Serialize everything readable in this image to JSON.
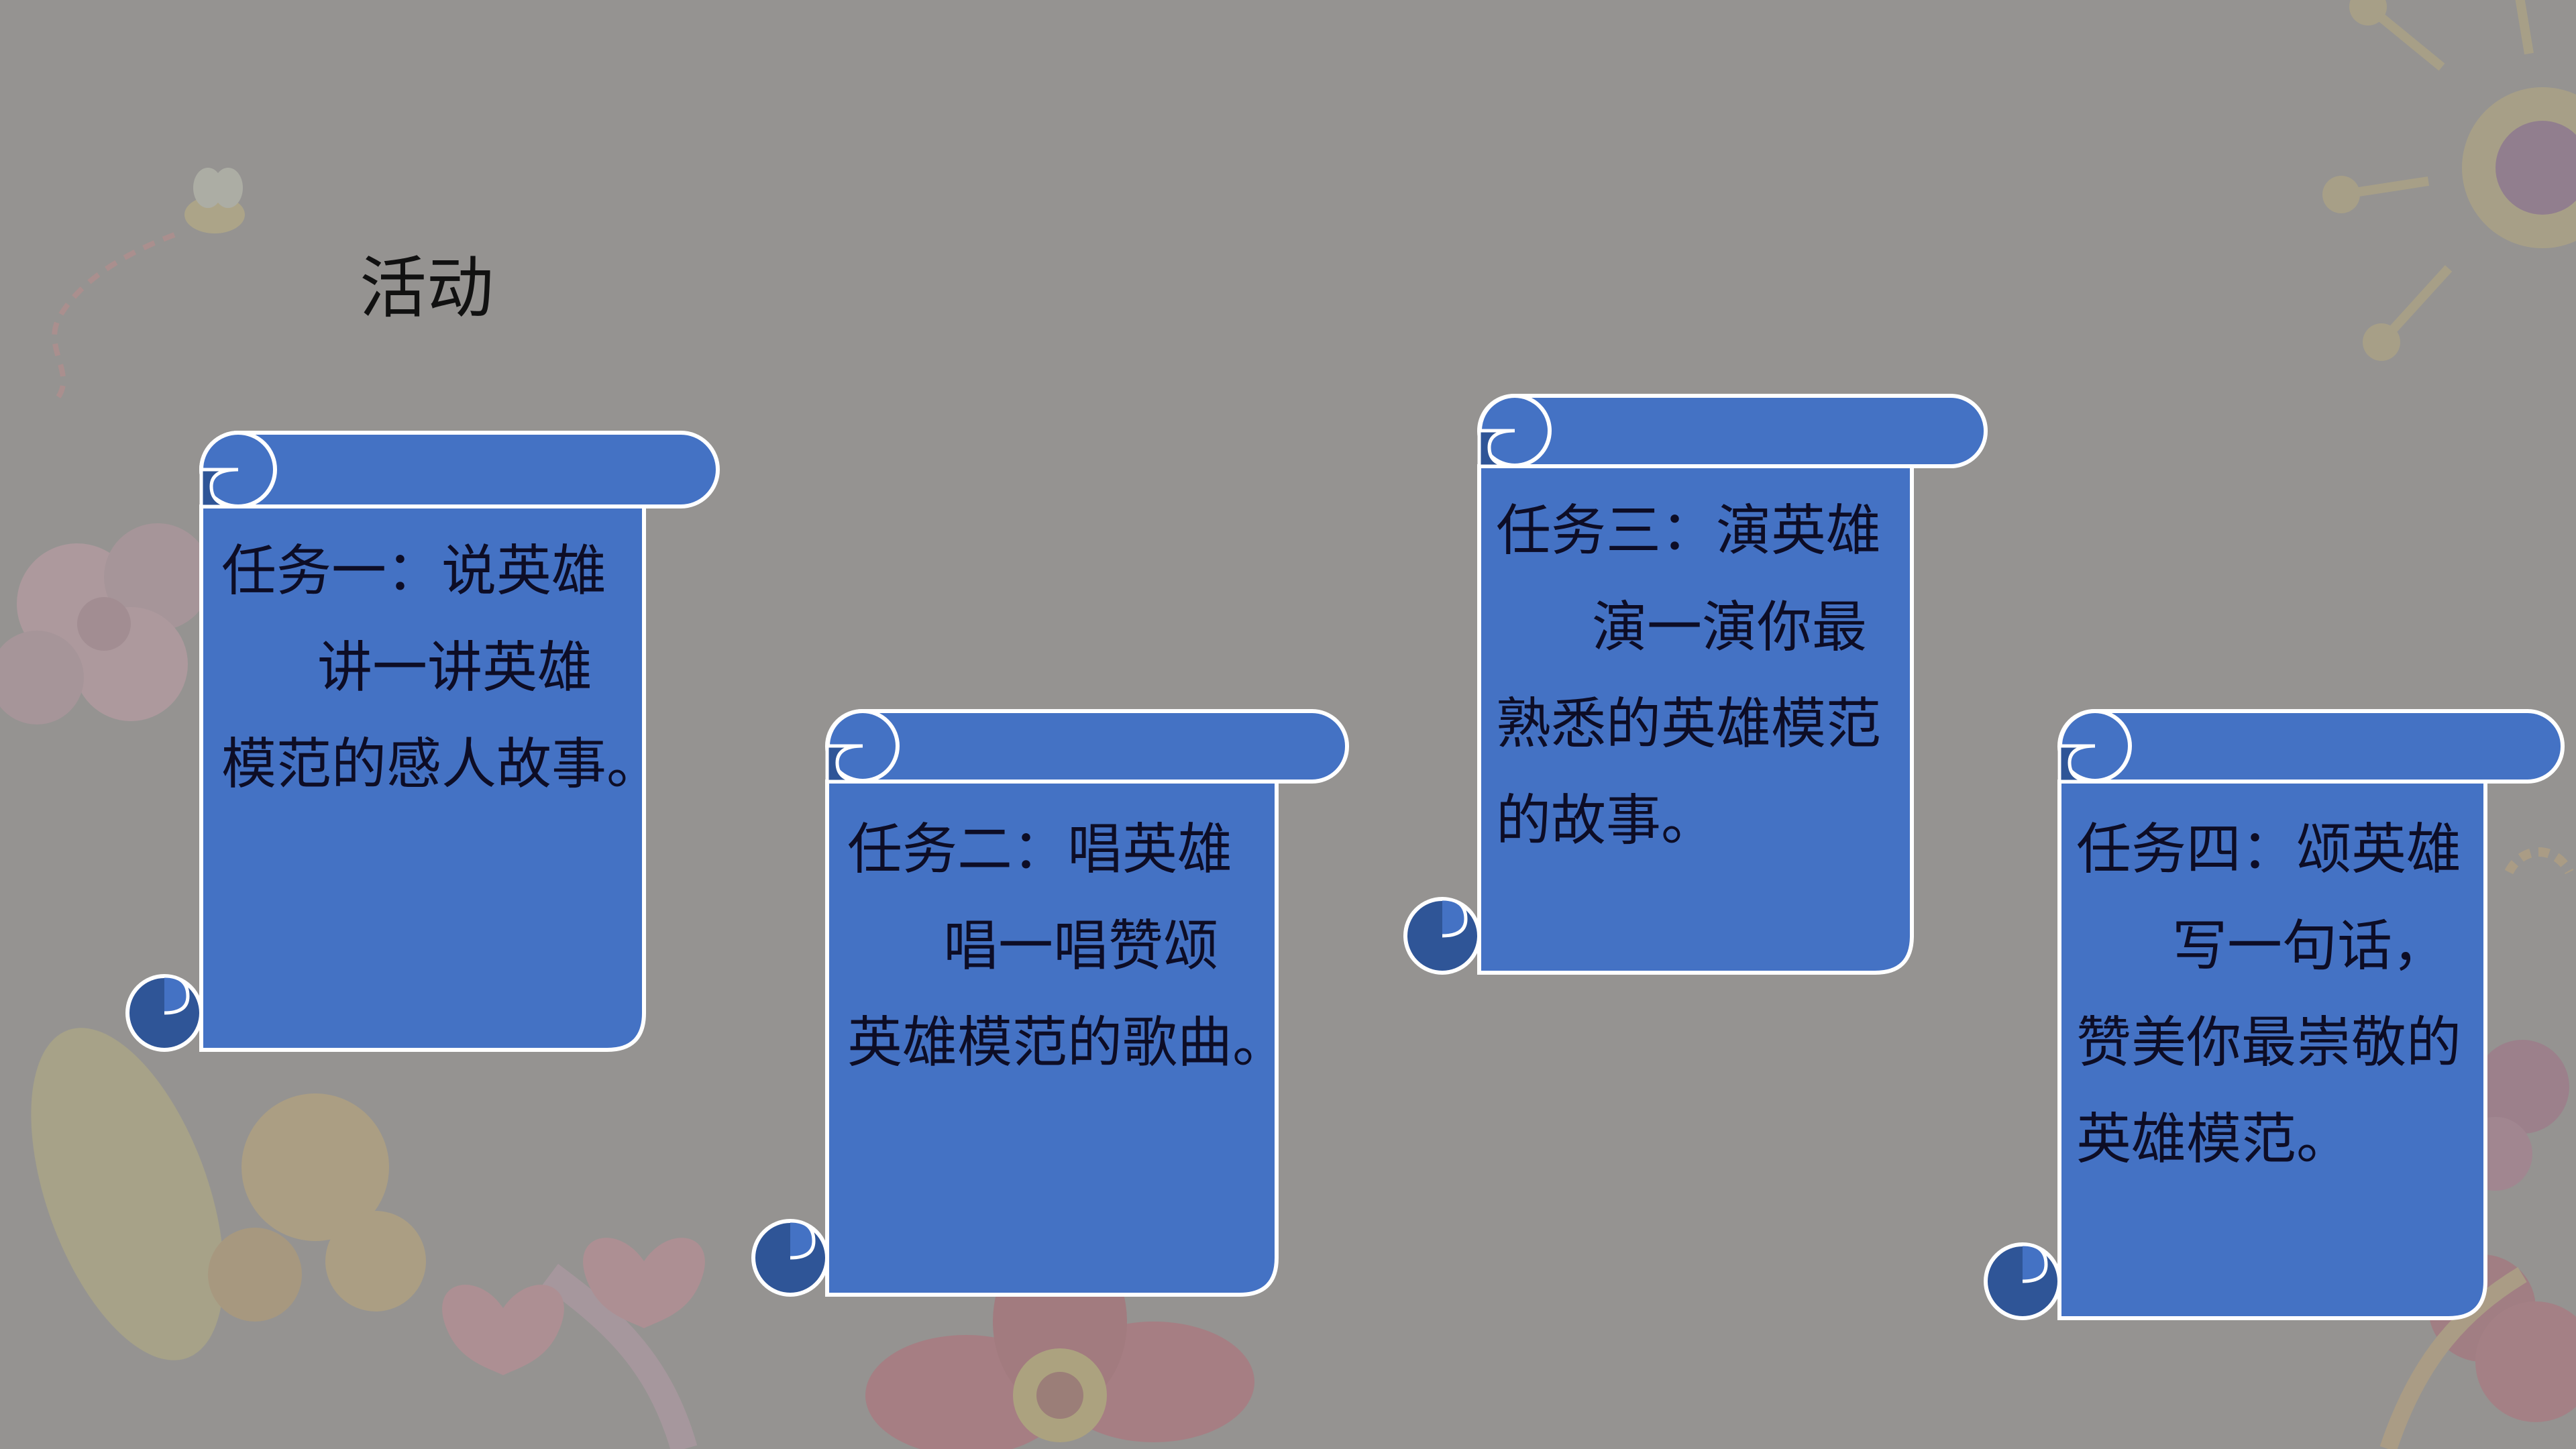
{
  "slide": {
    "title": "活动",
    "colors": {
      "background": "#959391",
      "scroll_fill": "#4472c4",
      "scroll_curl": "#2f5597",
      "scroll_outline": "#ffffff"
    },
    "tasks": [
      {
        "heading": "任务一：说英雄",
        "lines": [
          "讲一讲英雄",
          "模范的感人故事。"
        ]
      },
      {
        "heading": "任务二：唱英雄",
        "lines": [
          "唱一唱赞颂",
          "英雄模范的歌曲。"
        ]
      },
      {
        "heading": "任务三：演英雄",
        "lines": [
          "演一演你最",
          "熟悉的英雄模范",
          "的故事。"
        ]
      },
      {
        "heading": "任务四：颂英雄",
        "lines": [
          "写一句话，",
          "赞美你最崇敬的",
          "英雄模范。"
        ]
      }
    ]
  }
}
